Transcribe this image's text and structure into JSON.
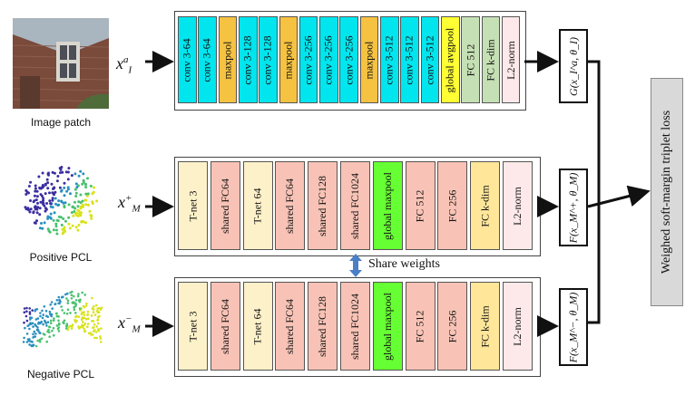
{
  "image_caption": "Image patch",
  "positive_caption": "Positive PCL",
  "negative_caption": "Negative PCL",
  "share_weights": "Share weights",
  "loss_label": "Weighed soft-margin triplet loss",
  "image_branch": {
    "input": {
      "base": "x",
      "sup": "a",
      "sub": "I"
    },
    "output": "G(x_I^a, θ_I)",
    "layers": [
      "conv 3-64",
      "conv 3-64",
      "maxpool",
      "conv 3-128",
      "conv 3-128",
      "maxpool",
      "conv 3-256",
      "conv 3-256",
      "conv 3-256",
      "maxpool",
      "conv 3-512",
      "conv 3-512",
      "conv 3-512",
      "global avgpool",
      "FC 512",
      "FC k-dim",
      "L2-norm"
    ],
    "colors": [
      "#00e5ee",
      "#00e5ee",
      "#f5c242",
      "#00e5ee",
      "#00e5ee",
      "#f5c242",
      "#00e5ee",
      "#00e5ee",
      "#00e5ee",
      "#f5c242",
      "#00e5ee",
      "#00e5ee",
      "#00e5ee",
      "#ffff33",
      "#c5e0b4",
      "#c5e0b4",
      "#fde9e9"
    ]
  },
  "positive_branch": {
    "input": {
      "base": "x",
      "sup": "+",
      "sub": "M"
    },
    "output": "F(x_M^+, θ_M)",
    "layers": [
      "T-net 3",
      "shared FC64",
      "T-net 64",
      "shared FC64",
      "shared FC128",
      "shared FC1024",
      "global maxpool",
      "FC 512",
      "FC 256",
      "FC k-dim",
      "L2-norm"
    ],
    "colors": [
      "#fdf1c9",
      "#f8c3b6",
      "#fdf1c9",
      "#f8c3b6",
      "#f8c3b6",
      "#f8c3b6",
      "#66ff33",
      "#f8c3b6",
      "#f8c3b6",
      "#ffe699",
      "#fde9e9"
    ]
  },
  "negative_branch": {
    "input": {
      "base": "x",
      "sup": "−",
      "sub": "M"
    },
    "output": "F(x_M^−, θ_M)",
    "layers": [
      "T-net 3",
      "shared FC64",
      "T-net 64",
      "shared FC64",
      "shared FC128",
      "shared FC1024",
      "global maxpool",
      "FC 512",
      "FC 256",
      "FC k-dim",
      "L2-norm"
    ],
    "colors": [
      "#fdf1c9",
      "#f8c3b6",
      "#fdf1c9",
      "#f8c3b6",
      "#f8c3b6",
      "#f8c3b6",
      "#66ff33",
      "#f8c3b6",
      "#f8c3b6",
      "#ffe699",
      "#fde9e9"
    ]
  },
  "icons": {
    "image": "brick-house-photo",
    "positive": "point-cloud-positive",
    "negative": "point-cloud-negative",
    "share": "double-arrow-icon"
  }
}
